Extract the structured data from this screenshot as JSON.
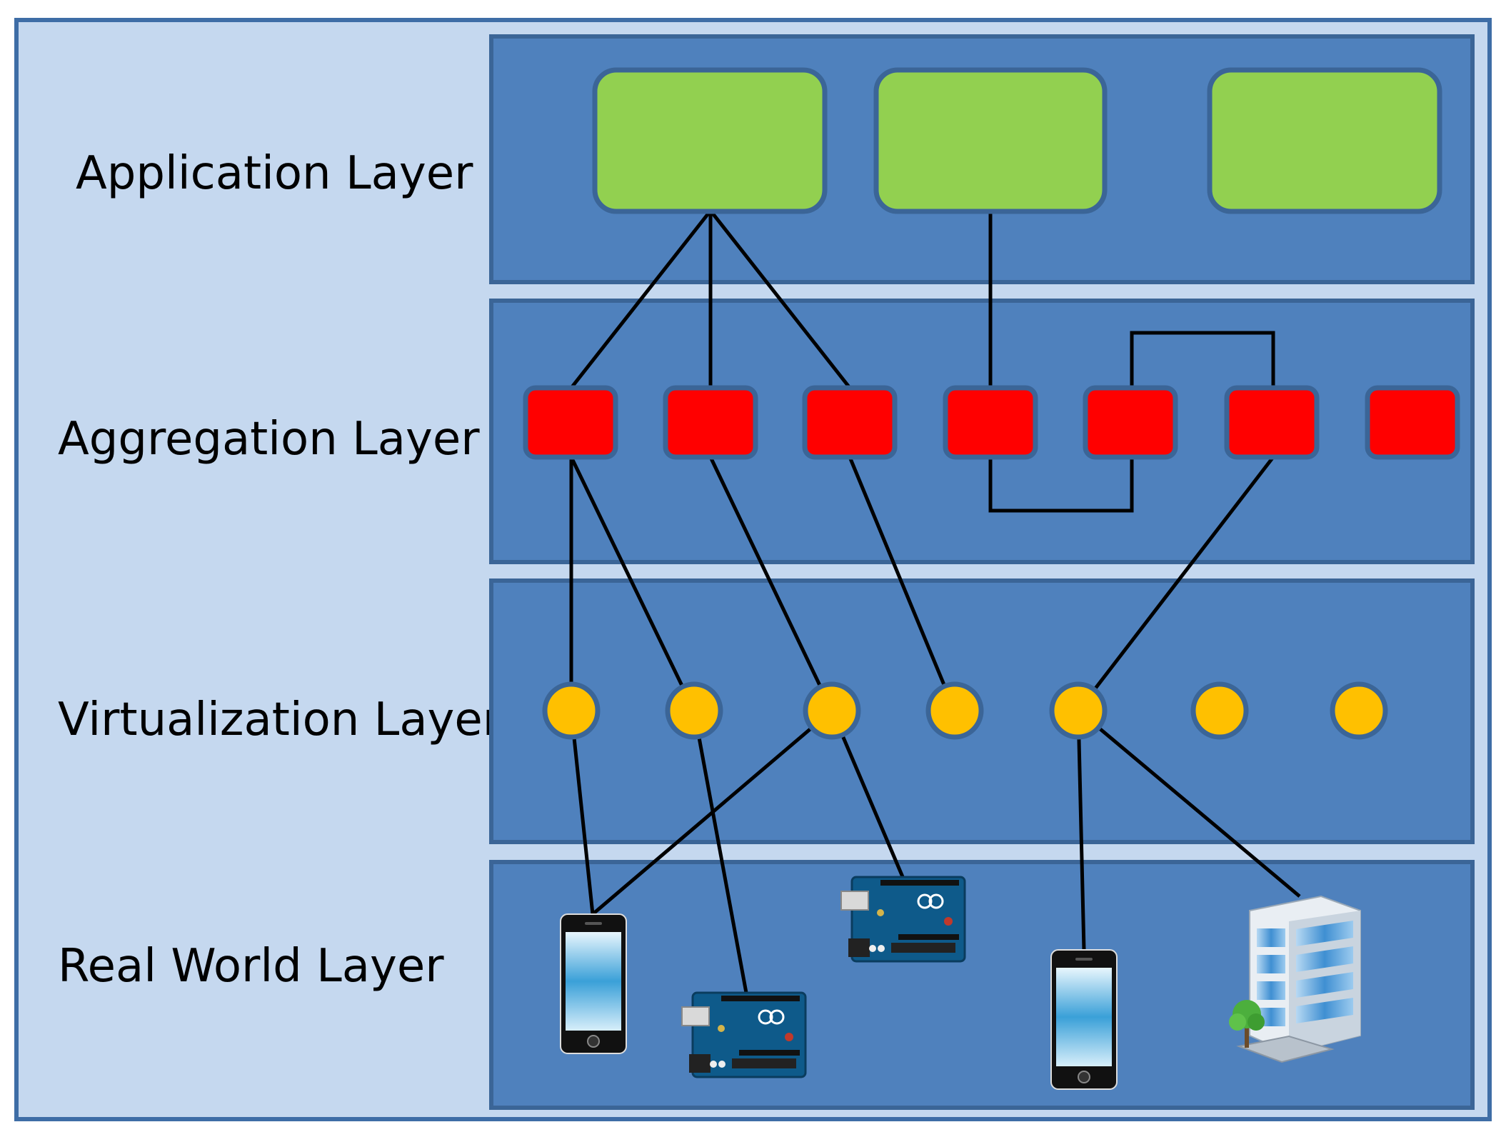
{
  "layers": {
    "application": "Application Layer",
    "aggregation": "Aggregation Layer",
    "virtualization": "Virtualization Layer",
    "real_world": "Real World Layer"
  },
  "colors": {
    "background": "#c5d8ef",
    "band": "#4f81bd",
    "application_node": "#92d050",
    "aggregation_node": "#ff0000",
    "virtual_node": "#ffc000",
    "link": "#000000"
  },
  "icons": {
    "smartphone": "smartphone-icon",
    "microcontroller": "arduino-board-icon",
    "building": "office-building-icon"
  }
}
